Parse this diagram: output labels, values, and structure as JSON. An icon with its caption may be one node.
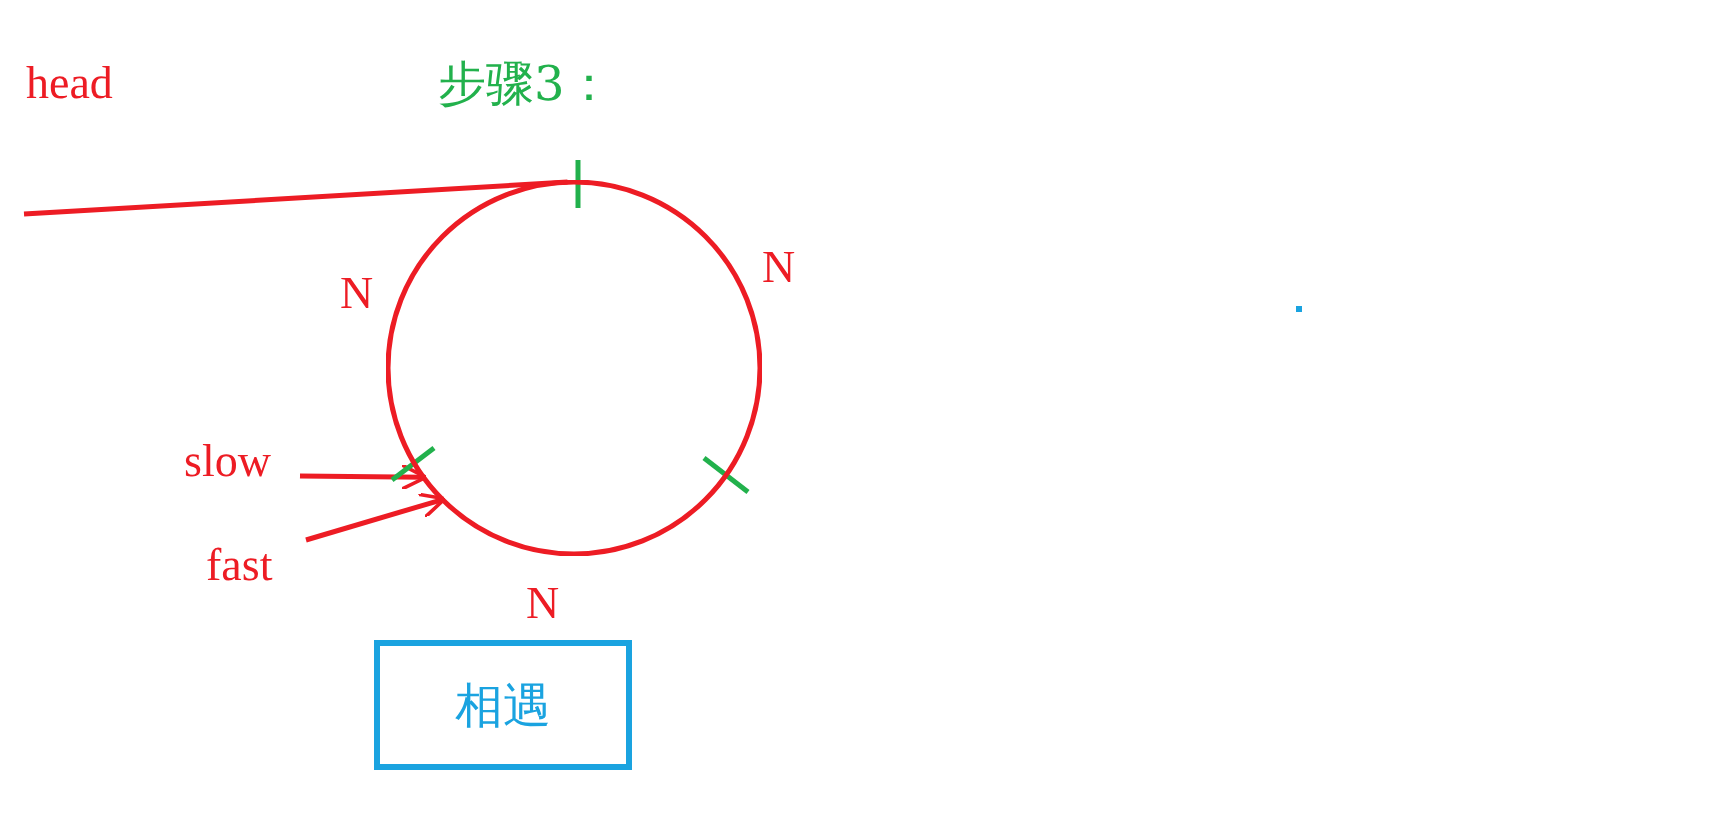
{
  "diagram": {
    "title": "步骤3：",
    "nodes": [
      {
        "text": [
          "slow"
        ]
      },
      {
        "text": [
          "fast"
        ]
      },
      {
        "text": [],
        "shape": "circle"
      },
      {
        "text": [
          "相遇"
        ]
      }
    ],
    "edges": [
      {
        "from": null,
        "to": 2,
        "arrow": "none"
      },
      {
        "from": 0,
        "to": 2,
        "arrow": "to"
      },
      {
        "from": 1,
        "to": 2,
        "arrow": "to"
      }
    ],
    "labels": [
      "head",
      "N",
      "N",
      "N"
    ]
  }
}
